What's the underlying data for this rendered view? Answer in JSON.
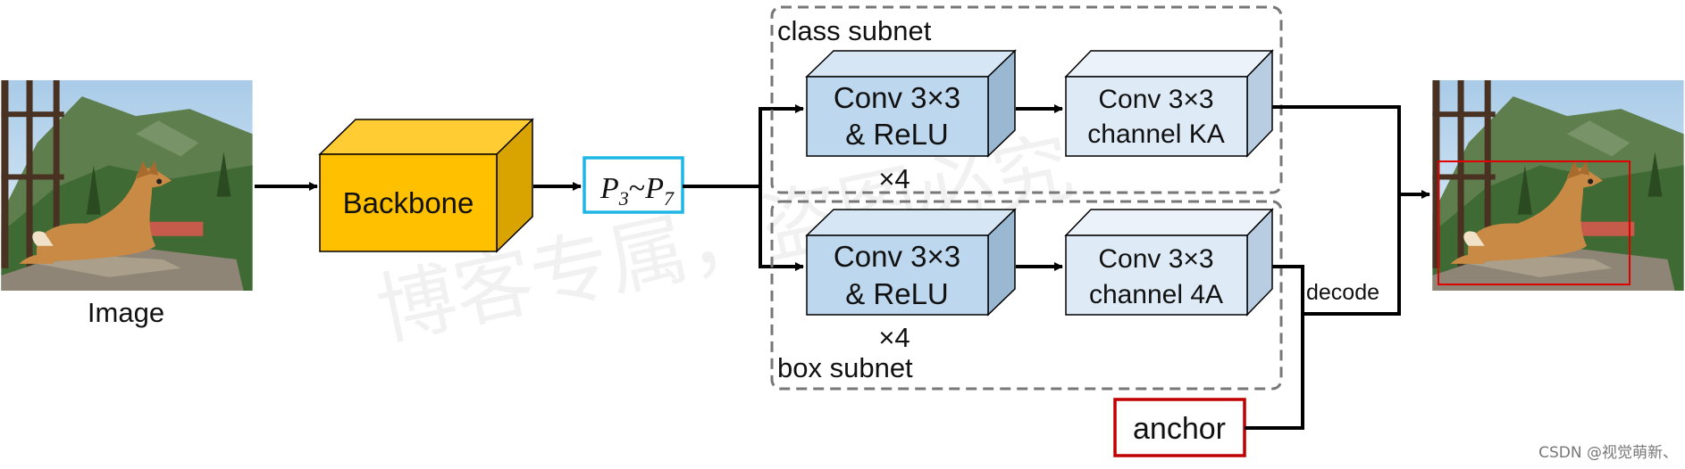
{
  "input": {
    "label": "Image"
  },
  "backbone": {
    "label": "Backbone"
  },
  "pyramid": {
    "p": "P",
    "start_sub": "3",
    "tilde": "~",
    "end_sub": "7"
  },
  "class_subnet": {
    "title": "class subnet",
    "conv_line1": "Conv 3×3",
    "conv_line2": "& ReLU",
    "repeat": "×4",
    "out_line1": "Conv 3×3",
    "out_line2": "channel KA"
  },
  "box_subnet": {
    "title": "box subnet",
    "conv_line1": "Conv 3×3",
    "conv_line2": "& ReLU",
    "repeat": "×4",
    "out_line1": "Conv 3×3",
    "out_line2": "channel 4A"
  },
  "decode": {
    "label": "decode"
  },
  "anchor": {
    "label": "anchor"
  },
  "watermark": {
    "text": "博客专属，盗图必究"
  },
  "credit": {
    "text": "CSDN @视觉萌新、"
  },
  "colors": {
    "backbone_front": "#FFC000",
    "backbone_top": "#FFCD33",
    "backbone_side": "#D9A300",
    "conv_front": "#BDD7EE",
    "conv_top": "#D6E6F5",
    "conv_side": "#9BB8D3",
    "out_front": "#DEEBF7",
    "out_top": "#EBF2FA",
    "out_side": "#B8CDE2",
    "pyramid_border": "#1FB6E6",
    "anchor_border": "#C00000",
    "detect_box": "#E00000",
    "dashed": "#777777"
  }
}
